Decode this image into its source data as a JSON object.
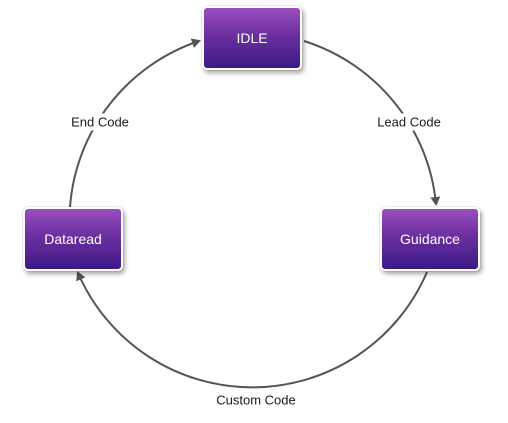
{
  "nodes": {
    "idle": "IDLE",
    "guidance": "Guidance",
    "dataread": "Dataread"
  },
  "edges": {
    "lead_code": "Lead Code",
    "custom_code": "Custom Code",
    "end_code": "End Code"
  },
  "colors": {
    "node_top": "#9a4ec0",
    "node_bottom": "#3b1a86",
    "arrow": "#555555"
  }
}
